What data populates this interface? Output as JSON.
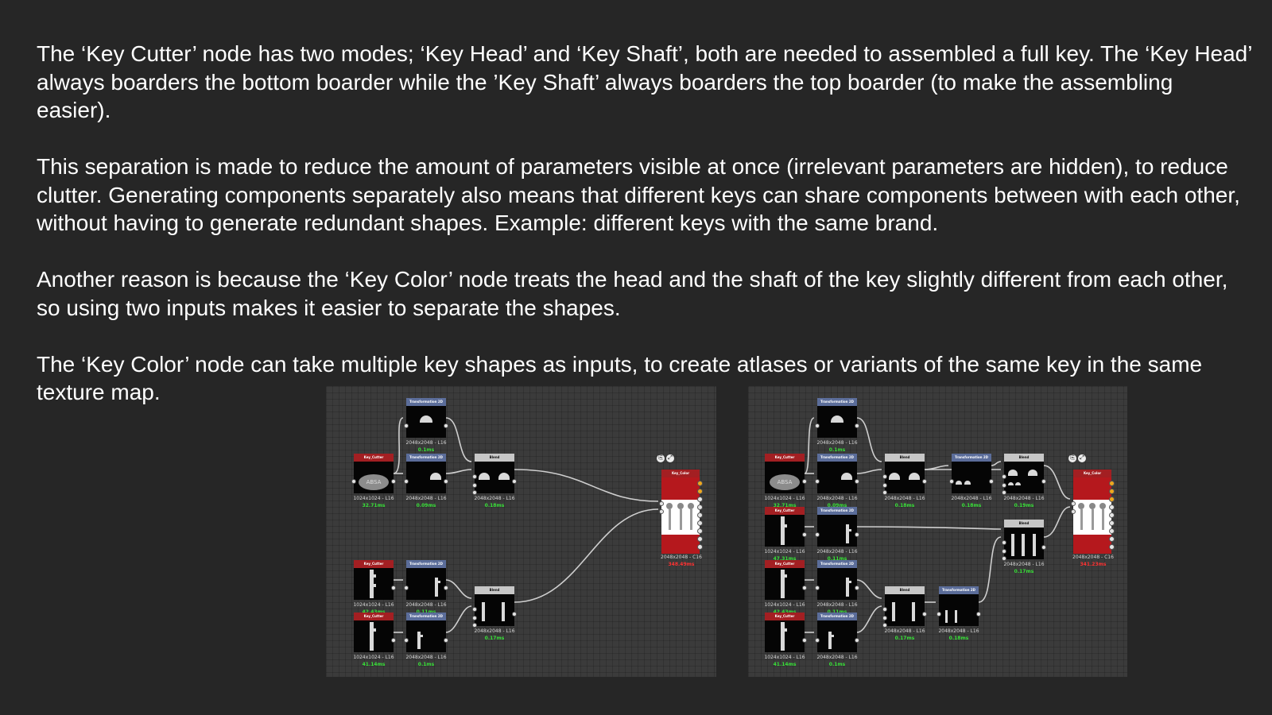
{
  "paragraphs": [
    "The ‘Key Cutter’ node has two modes; ‘Key Head’ and ‘Key Shaft’, both are needed to assembled a full key. The ‘Key Head’ always boarders the bottom boarder while the ’Key Shaft’ always boarders the top boarder (to make the assembling easier).",
    "This separation is made to reduce the amount of parameters visible at once (irrelevant parameters are hidden), to reduce clutter. Generating components separately also means that different keys can share components between with each other, without having to generate redundant shapes. Example: different keys with the same brand.",
    "Another reason is because the ‘Key Color’ node treats the head and the shaft of the key slightly different from each other, so using two inputs makes it easier to separate the shapes.",
    "The ‘Key Color’ node can take multiple key shapes as inputs, to create atlases or variants of the same key in the same texture map."
  ],
  "graph_left": {
    "nodes": {
      "cutter_head": {
        "title": "Key_Cutter",
        "badge": "ABSA",
        "res": "1024x1024 - L16",
        "time": "32.71ms"
      },
      "transform_top": {
        "title": "Transformation 2D",
        "res": "2048x2048 - L16",
        "time": "0.1ms"
      },
      "transform_mid": {
        "title": "Transformation 2D",
        "res": "2048x2048 - L16",
        "time": "0.09ms"
      },
      "blend_top": {
        "title": "Blend",
        "res": "2048x2048 - L16",
        "time": "0.18ms"
      },
      "key_color": {
        "title": "Key_Color",
        "res": "2048x2048 - C16",
        "time": "348.49ms"
      },
      "cutter_shaft1": {
        "title": "Key_Cutter",
        "res": "1024x1024 - L16",
        "time": "42.43ms"
      },
      "transform_s1": {
        "title": "Transformation 2D",
        "res": "2048x2048 - L16",
        "time": "0.11ms"
      },
      "blend_bottom": {
        "title": "Blend",
        "res": "2048x2048 - L16",
        "time": "0.17ms"
      },
      "cutter_shaft2": {
        "title": "Key_Cutter",
        "res": "1024x1024 - L16",
        "time": "41.14ms"
      },
      "transform_s2": {
        "title": "Transformation 2D",
        "res": "2048x2048 - L16",
        "time": "0.1ms"
      }
    }
  },
  "graph_right": {
    "nodes": {
      "transform_top": {
        "title": "Transformation 2D",
        "res": "2048x2048 - L16",
        "time": "0.1ms"
      },
      "cutter_head": {
        "title": "Key_Cutter",
        "badge": "ABSA",
        "res": "1024x1024 - L16",
        "time": "32.71ms"
      },
      "transform_mid": {
        "title": "Transformation 2D",
        "res": "2048x2048 - L16",
        "time": "0.09ms"
      },
      "blend_a": {
        "title": "Blend",
        "res": "2048x2048 - L16",
        "time": "0.18ms"
      },
      "transform_b": {
        "title": "Transformation 2D",
        "res": "2048x2048 - L16",
        "time": "0.18ms"
      },
      "blend_c": {
        "title": "Blend",
        "res": "2048x2048 - L16",
        "time": "0.19ms"
      },
      "key_color": {
        "title": "Key_Color",
        "res": "2048x2048 - C16",
        "time": "341.23ms"
      },
      "cutter_shaft0": {
        "title": "Key_Cutter",
        "res": "1024x1024 - L16",
        "time": "47.31ms"
      },
      "transform_s0": {
        "title": "Transformation 2D",
        "res": "2048x2048 - L16",
        "time": "0.11ms"
      },
      "blend_d": {
        "title": "Blend",
        "res": "2048x2048 - L16",
        "time": "0.17ms"
      },
      "cutter_shaft1": {
        "title": "Key_Cutter",
        "res": "1024x1024 - L16",
        "time": "42.43ms"
      },
      "transform_s1": {
        "title": "Transformation 2D",
        "res": "2048x2048 - L16",
        "time": "0.11ms"
      },
      "blend_e": {
        "title": "Blend",
        "res": "2048x2048 - L16",
        "time": "0.17ms"
      },
      "transform_e": {
        "title": "Transformation 2D",
        "res": "2048x2048 - L16",
        "time": "0.18ms"
      },
      "cutter_shaft2": {
        "title": "Key_Cutter",
        "res": "1024x1024 - L16",
        "time": "41.14ms"
      },
      "transform_s2": {
        "title": "Transformation 2D",
        "res": "2048x2048 - L16",
        "time": "0.1ms"
      }
    }
  },
  "colors": {
    "background": "#262626",
    "graph_background": "#3b3b3b",
    "cutter_header": "#a31f22",
    "transform_header": "#5b6d9a",
    "blend_header": "#c7c7c7",
    "timing_text": "#38e038",
    "keycolor_timing_text": "#ff3333"
  },
  "icons": [
    "pin-icon",
    "pin-icon",
    "port-icon"
  ]
}
